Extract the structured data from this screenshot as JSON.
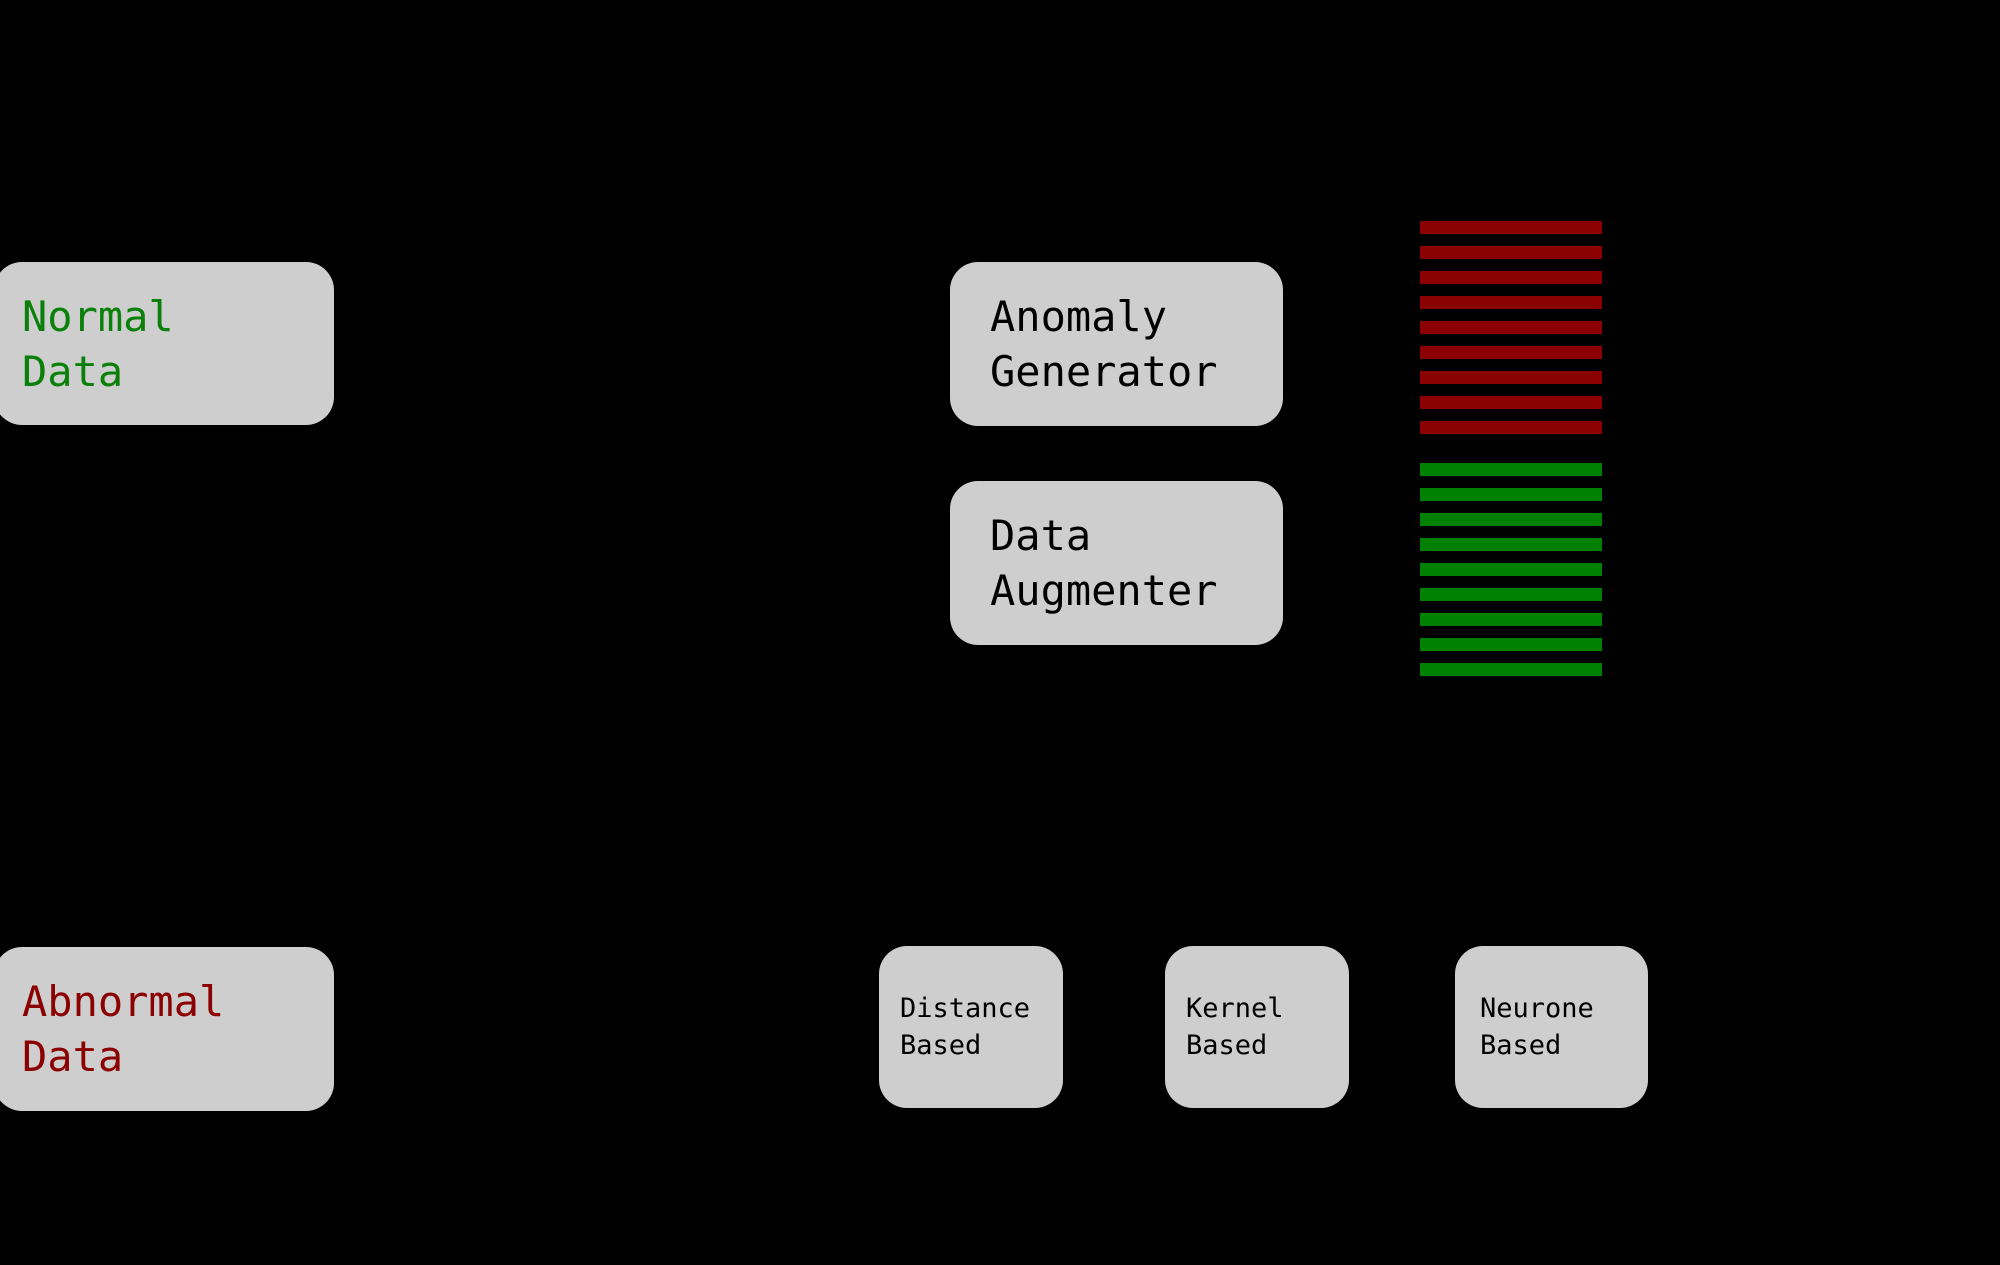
{
  "background_color": "#000000",
  "node_fill_color": "#cecece",
  "nodes": {
    "normal_data": {
      "line1": "Normal",
      "line2": "Data",
      "text_color": "#0a800a"
    },
    "abnormal_data": {
      "line1": "Abnormal",
      "line2": "Data",
      "text_color": "#8b0000"
    },
    "anomaly_generator": {
      "line1": "Anomaly",
      "line2": "Generator",
      "text_color": "#000000"
    },
    "data_augmenter": {
      "line1": "Data",
      "line2": "Augmenter",
      "text_color": "#000000"
    },
    "distance_based": {
      "line1": "Distance",
      "line2": "Based",
      "text_color": "#000000"
    },
    "kernel_based": {
      "line1": "Kernel",
      "line2": "Based",
      "text_color": "#000000"
    },
    "neurone_based": {
      "line1": "Neurone",
      "line2": "Based",
      "text_color": "#000000"
    }
  },
  "stripe_stacks": {
    "anomalous": {
      "color": "#8b0000",
      "count": 9
    },
    "augmented": {
      "color": "#008000",
      "count": 9
    }
  }
}
